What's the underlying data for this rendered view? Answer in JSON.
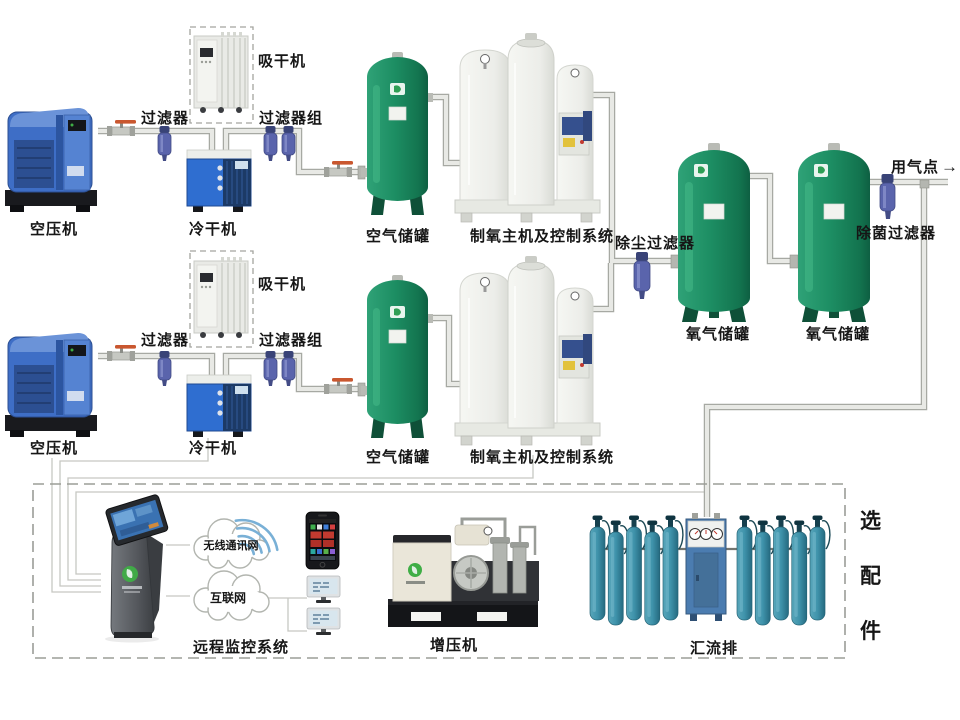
{
  "labels": {
    "r1_absorb_dryer": "吸干机",
    "r1_filter": "过滤器",
    "r1_filter_group": "过滤器组",
    "r1_compressor": "空压机",
    "r1_cold_dryer": "冷干机",
    "r1_air_tank": "空气储罐",
    "r1_generator": "制氧主机及控制系统",
    "dust_filter": "除尘过滤器",
    "oxygen_tank_1": "氧气储罐",
    "oxygen_tank_2": "氧气储罐",
    "sterile_filter": "除菌过滤器",
    "gas_point": "用气点",
    "gas_point_arrow": "→",
    "r2_absorb_dryer": "吸干机",
    "r2_filter": "过滤器",
    "r2_filter_group": "过滤器组",
    "r2_compressor": "空压机",
    "r2_cold_dryer": "冷干机",
    "r2_air_tank": "空气储罐",
    "r2_generator": "制氧主机及控制系统",
    "wireless_cloud": "无线通讯网",
    "internet_cloud": "互联网",
    "monitoring_system": "远程监控系统",
    "booster": "增压机",
    "manifold": "汇流排",
    "optional_char_1": "选",
    "optional_char_2": "配",
    "optional_char_3": "件"
  },
  "manifold": {
    "left_cylinders": 5,
    "right_cylinders": 5,
    "gauges": 3
  },
  "monitors": 2,
  "colors": {
    "tank_green": "#1d8e63",
    "machine_blue": "#3e6ec6",
    "cold_dryer_blue": "#2f6ed0",
    "filter_indigo": "#5a64ac",
    "cylinder_teal": "#3f93ab",
    "cabinet_blue": "#4b7cb0",
    "pipe_gray": "#e8e9e5",
    "valve_handle_orange": "#c9572f",
    "label_black": "#161616",
    "wifi_blue": "#79b0d6",
    "background": "#ffffff"
  }
}
